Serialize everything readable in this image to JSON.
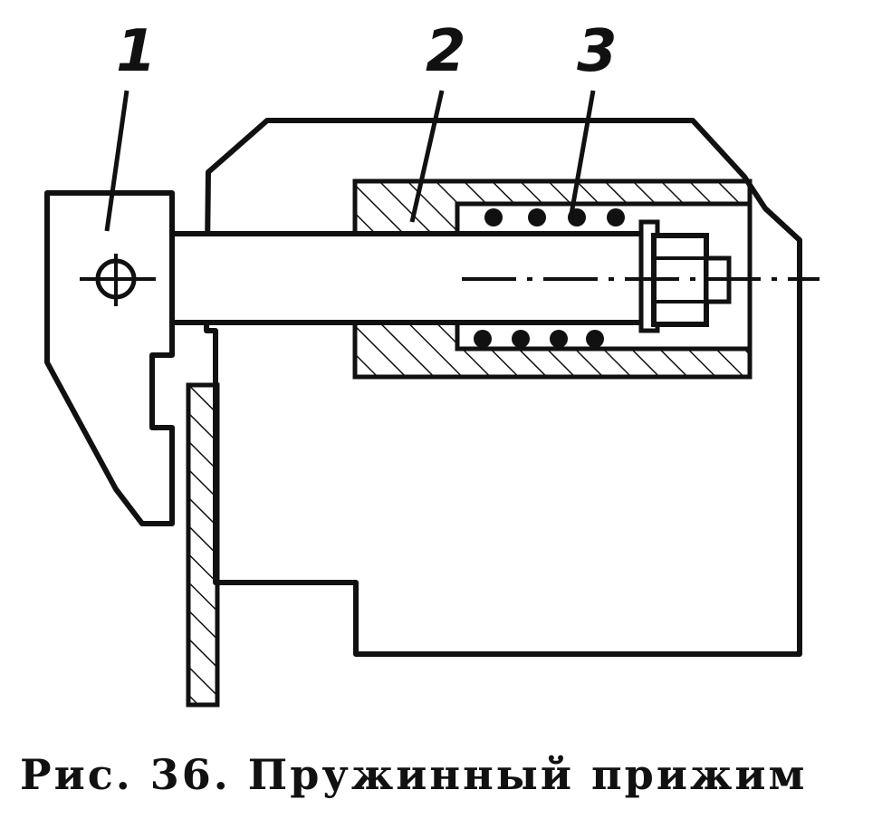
{
  "figure": {
    "labels": {
      "part_1": "1",
      "part_2": "2",
      "part_3": "3"
    },
    "caption": "Рис. 36. Пружинный прижим"
  },
  "colors": {
    "ink": "#111111",
    "paper": "#ffffff"
  }
}
